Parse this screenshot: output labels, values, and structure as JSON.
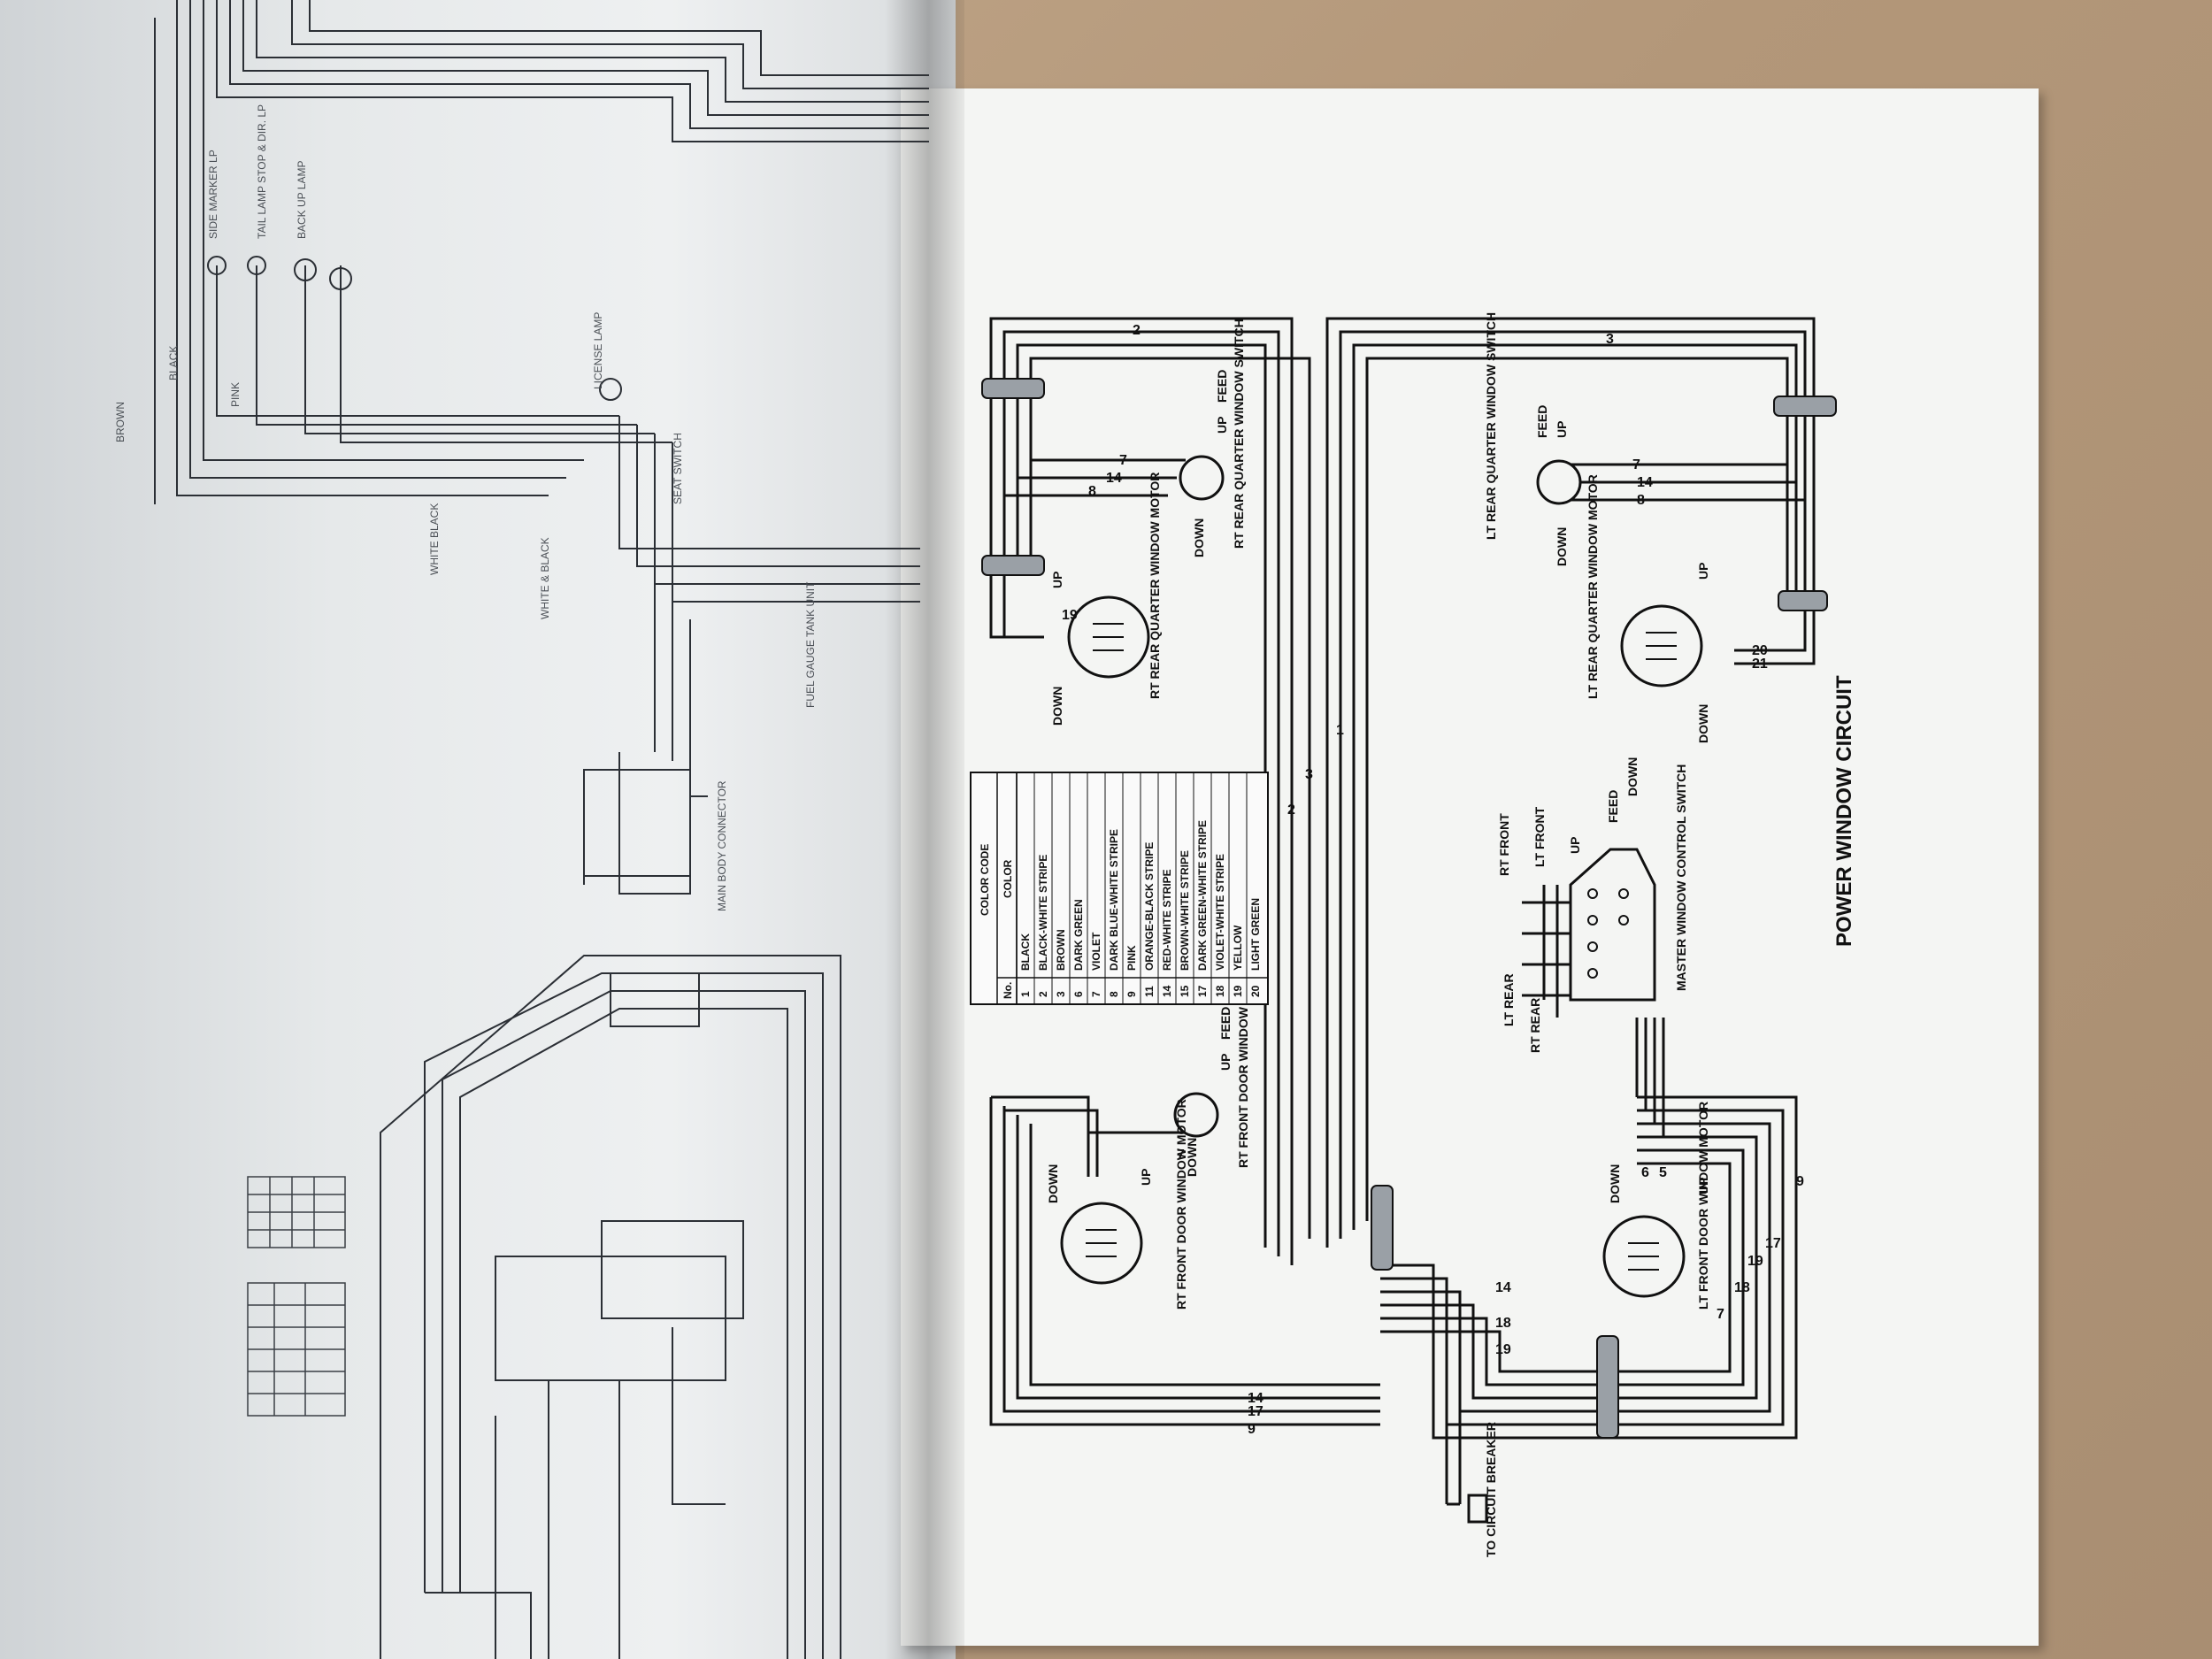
{
  "page": {
    "title": "POWER WINDOW CIRCUIT"
  },
  "color_code": {
    "heading": "COLOR CODE",
    "col_no": "No.",
    "col_color": "COLOR",
    "rows": [
      {
        "no": "1",
        "color": "BLACK"
      },
      {
        "no": "2",
        "color": "BLACK-WHITE STRIPE"
      },
      {
        "no": "3",
        "color": "BROWN"
      },
      {
        "no": "6",
        "color": "DARK GREEN"
      },
      {
        "no": "7",
        "color": "VIOLET"
      },
      {
        "no": "8",
        "color": "DARK BLUE-WHITE STRIPE"
      },
      {
        "no": "9",
        "color": "PINK"
      },
      {
        "no": "11",
        "color": "ORANGE-BLACK STRIPE"
      },
      {
        "no": "14",
        "color": "RED-WHITE STRIPE"
      },
      {
        "no": "15",
        "color": "BROWN-WHITE STRIPE"
      },
      {
        "no": "17",
        "color": "DARK GREEN-WHITE STRIPE"
      },
      {
        "no": "18",
        "color": "VIOLET-WHITE STRIPE"
      },
      {
        "no": "19",
        "color": "YELLOW"
      },
      {
        "no": "20",
        "color": "LIGHT GREEN"
      }
    ]
  },
  "components": {
    "rt_rear_quarter_switch": "RT REAR QUARTER WINDOW SWITCH",
    "rt_rear_quarter_motor": "RT REAR QUARTER WINDOW MOTOR",
    "lt_rear_quarter_switch": "LT REAR QUARTER WINDOW SWITCH",
    "lt_rear_quarter_motor": "LT REAR QUARTER WINDOW MOTOR",
    "rt_front_door_switch": "RT FRONT DOOR WINDOW SWITCH",
    "rt_front_door_motor": "RT FRONT DOOR WINDOW MOTOR",
    "lt_front_door_motor": "LT FRONT DOOR WINDOW MOTOR",
    "master_switch": "MASTER WINDOW CONTROL SWITCH",
    "circuit_breaker": "TO CIRCUIT BREAKER"
  },
  "terminals": {
    "up": "UP",
    "down": "DOWN",
    "feed": "FEED",
    "rt_front": "RT FRONT",
    "lt_front": "LT FRONT",
    "rt_rear": "RT REAR",
    "lt_rear": "LT REAR"
  },
  "wire_numbers": [
    "2",
    "3",
    "7",
    "8",
    "14",
    "17",
    "18",
    "19",
    "20",
    "21",
    "6",
    "9",
    "1",
    "5"
  ],
  "left_page": {
    "labels": [
      "LICENSE LAMP",
      "SIDE MARKER LP",
      "TAIL LAMP STOP & DIR. LP",
      "BACK UP LAMP",
      "WHITE BLACK",
      "WHITE & BLACK",
      "MAIN BODY CONNECTOR",
      "FUEL GAUGE TANK UNIT",
      "BROWN",
      "BLACK",
      "PINK",
      "SEAT SWITCH"
    ]
  },
  "colors": {
    "ink": "#111111",
    "page": "#f4f5f3",
    "faint_ink": "#5a5f66",
    "table": "#fafafa"
  }
}
